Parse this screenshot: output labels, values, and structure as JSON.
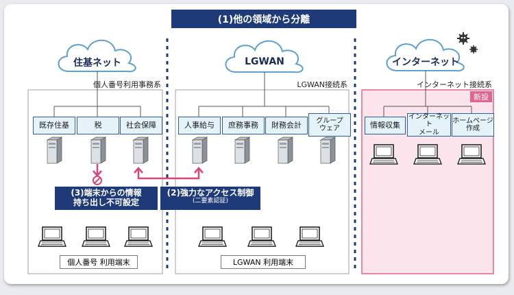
{
  "title": "(1)他の領域から分離",
  "sections": [
    {
      "cloud": "住基ネット",
      "system_label": "個人番号利用事務系",
      "apps": [
        "既存住基",
        "税",
        "社会保障"
      ],
      "terminal_label": "個人番号 利用端末"
    },
    {
      "cloud": "LGWAN",
      "system_label": "LGWAN接続系",
      "apps": [
        "人事給与",
        "庶務事務",
        "財務会計",
        "グループ\nウェア"
      ],
      "terminal_label": "LGWAN 利用端末"
    },
    {
      "cloud": "インターネット",
      "system_label": "インターネット接続系",
      "badge": "新設",
      "apps": [
        "情報収集",
        "インターネット\nメール",
        "ホームページ\n作成"
      ]
    }
  ],
  "callouts": {
    "c3_line1": "(3)端末からの情報",
    "c3_line2": "持ち出し不可設定",
    "c2_line1": "(2)強力なアクセス制御",
    "c2_line2": "(二要素認証)"
  },
  "icons": [
    "cloud-icon",
    "server-icon",
    "laptop-icon",
    "virus-icon",
    "prohibited-icon"
  ],
  "colors": {
    "navy": "#1e3a78",
    "app_fill": "#e4f2fa",
    "internet_fill": "#fbe4ec",
    "internet_border": "#e0648c",
    "arrow_pink": "#d9447a",
    "divider": "#1e3a78"
  }
}
